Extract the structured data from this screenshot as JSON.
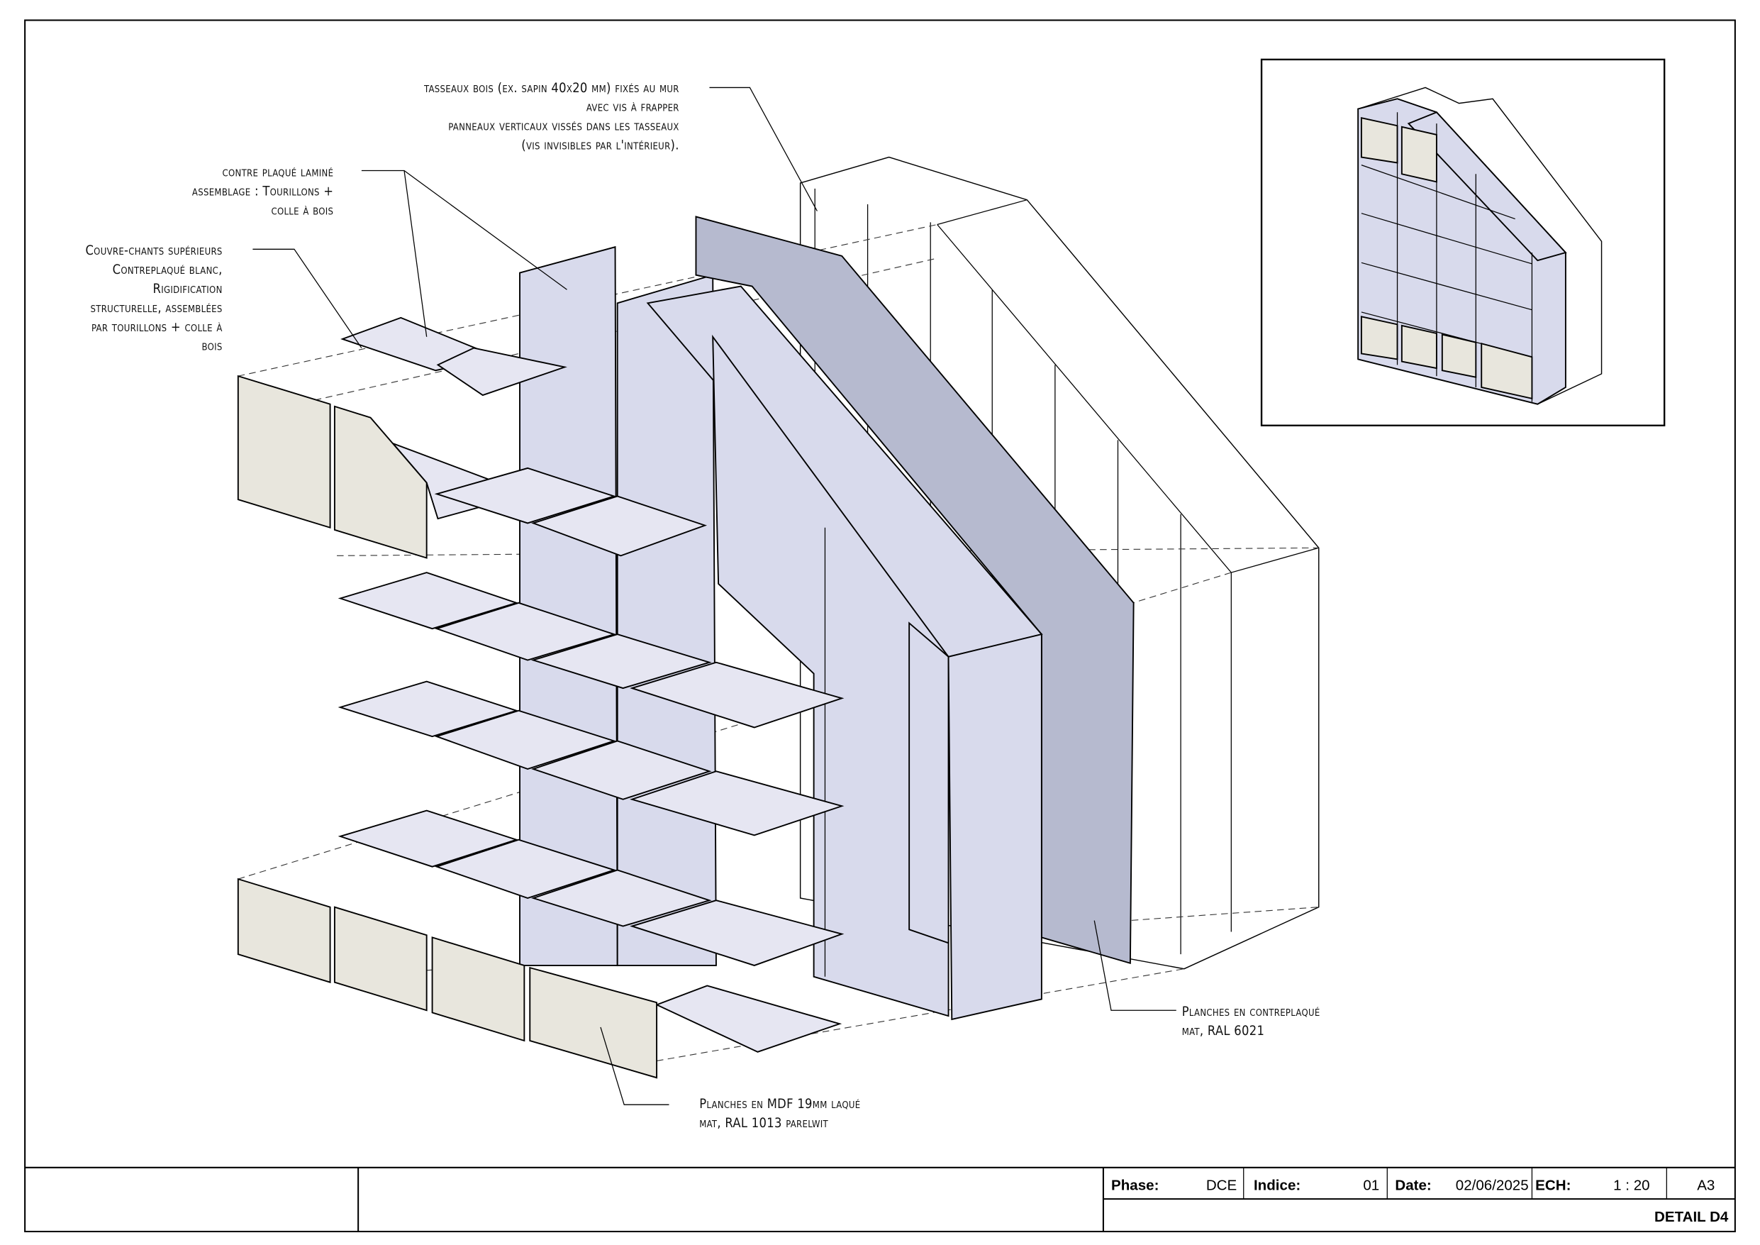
{
  "annotations": {
    "tasseaux": [
      "tasseaux bois (ex. sapin 40x20 mm) fixés au mur",
      "avec vis à frapper",
      "panneaux verticaux vissés dans les tasseaux",
      "(vis invisibles par l'intérieur)."
    ],
    "contreplaque": [
      "contre plaqué laminé",
      "assemblage : Tourillons +",
      "colle à bois"
    ],
    "couvre_chants": [
      "Couvre-chants supérieurs",
      "Contreplaqué blanc,",
      "Rigidification",
      "structurelle, assemblées",
      "par tourillons + colle à",
      "bois"
    ],
    "planches_contreplaque": [
      "Planches en contreplaqué",
      "mat, RAL 6021"
    ],
    "planches_mdf": [
      "Planches en MDF 19mm laqué",
      "mat, RAL 1013 parelwit"
    ]
  },
  "title_block": {
    "phase_label": "Phase:",
    "phase_value": "DCE",
    "indice_label": "Indice:",
    "indice_value": "01",
    "date_label": "Date:",
    "date_value": "02/06/2025",
    "ech_label": "ECH:",
    "ech_value": "1 : 20",
    "format": "A3",
    "detail": "DETAIL D4"
  },
  "colors": {
    "ral_6021_panel": "#d8daec",
    "panel_shadow": "#b6bacf",
    "ral_1013_mdf": "#e8e6dd"
  }
}
